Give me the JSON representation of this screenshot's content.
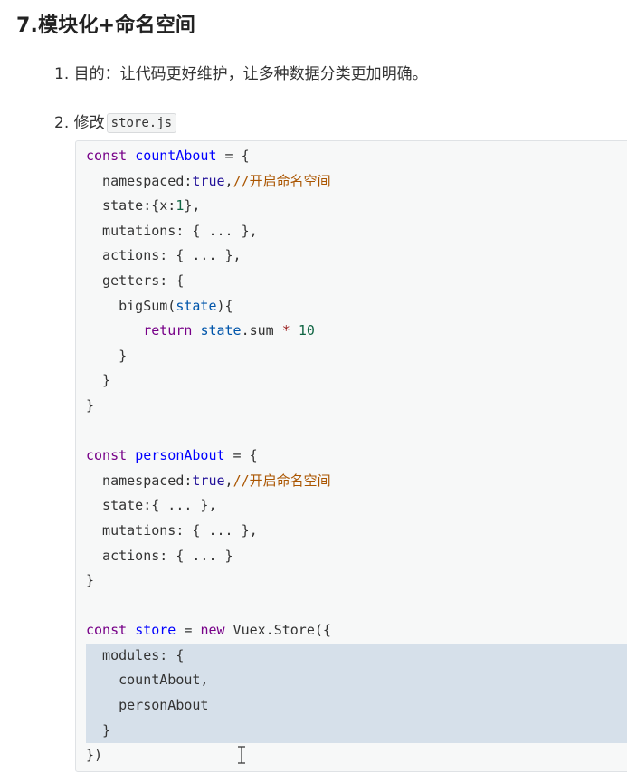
{
  "heading": "7.模块化+命名空间",
  "list": {
    "item1_number": "1.",
    "item1_text": "目的：让代码更好维护，让多种数据分类更加明确。",
    "item2_number": "2.",
    "item2_text": "修改",
    "item2_code": "store.js"
  },
  "code": {
    "l1_kw": "const",
    "l1_def": "countAbout",
    "l1_rest": " = {",
    "l2_a": "  namespaced:",
    "l2_atom": "true",
    "l2_b": ",",
    "l2_cmt": "//开启命名空间",
    "l3_a": "  state:{x:",
    "l3_num": "1",
    "l3_b": "},",
    "l4": "  mutations: { ... },",
    "l5": "  actions: { ... },",
    "l6": "  getters: {",
    "l7_a": "    bigSum(",
    "l7_var": "state",
    "l7_b": "){",
    "l8_kw": "return",
    "l8_var": "state",
    "l8_a": ".sum ",
    "l8_op": "*",
    "l8_num": "10",
    "l9": "    }",
    "l10": "  }",
    "l11": "}",
    "l13_kw": "const",
    "l13_def": "personAbout",
    "l13_rest": " = {",
    "l14_a": "  namespaced:",
    "l14_atom": "true",
    "l14_b": ",",
    "l14_cmt": "//开启命名空间",
    "l15": "  state:{ ... },",
    "l16": "  mutations: { ... },",
    "l17": "  actions: { ... }",
    "l18": "}",
    "l20_kw": "const",
    "l20_def": "store",
    "l20_mid": " = ",
    "l20_kw2": "new",
    "l20_rest": " Vuex.Store({",
    "l21": "  modules: {",
    "l22": "    countAbout,",
    "l23": "    personAbout",
    "l24": "  }",
    "l25": "})"
  },
  "colors": {
    "keyword": "#770088",
    "definition": "#0000ff",
    "atom": "#221199",
    "number": "#116644",
    "comment": "#aa5500",
    "variable": "#0055aa",
    "selection": "#d6e0ea"
  },
  "cursor_icon": "text-cursor-icon"
}
